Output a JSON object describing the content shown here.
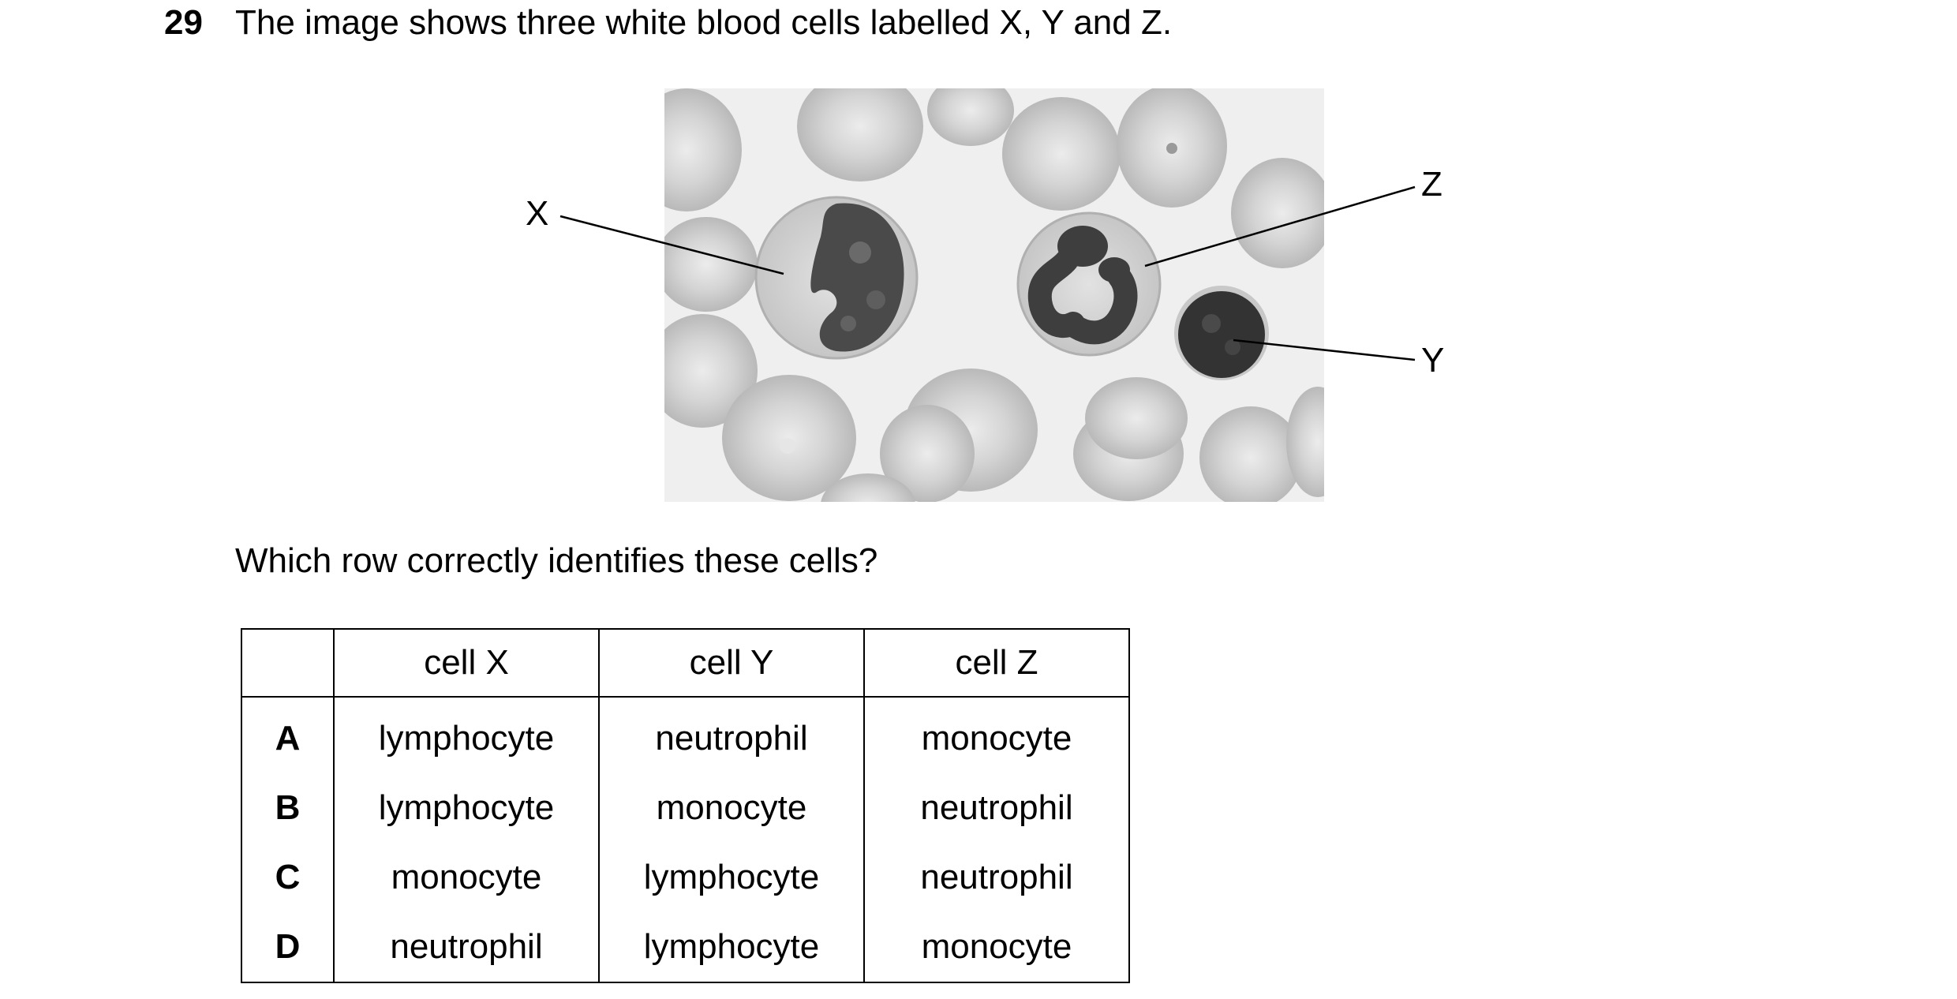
{
  "question": {
    "number": "29",
    "text": "The image shows three white blood cells labelled X, Y and Z.",
    "prompt": "Which row correctly identifies these cells?"
  },
  "figure": {
    "labels": {
      "x": "X",
      "y": "Y",
      "z": "Z"
    }
  },
  "table": {
    "headers": [
      "",
      "cell X",
      "cell Y",
      "cell Z"
    ],
    "rows": [
      {
        "option": "A",
        "cell_x": "lymphocyte",
        "cell_y": "neutrophil",
        "cell_z": "monocyte"
      },
      {
        "option": "B",
        "cell_x": "lymphocyte",
        "cell_y": "monocyte",
        "cell_z": "neutrophil"
      },
      {
        "option": "C",
        "cell_x": "monocyte",
        "cell_y": "lymphocyte",
        "cell_z": "neutrophil"
      },
      {
        "option": "D",
        "cell_x": "neutrophil",
        "cell_y": "lymphocyte",
        "cell_z": "monocyte"
      }
    ]
  }
}
